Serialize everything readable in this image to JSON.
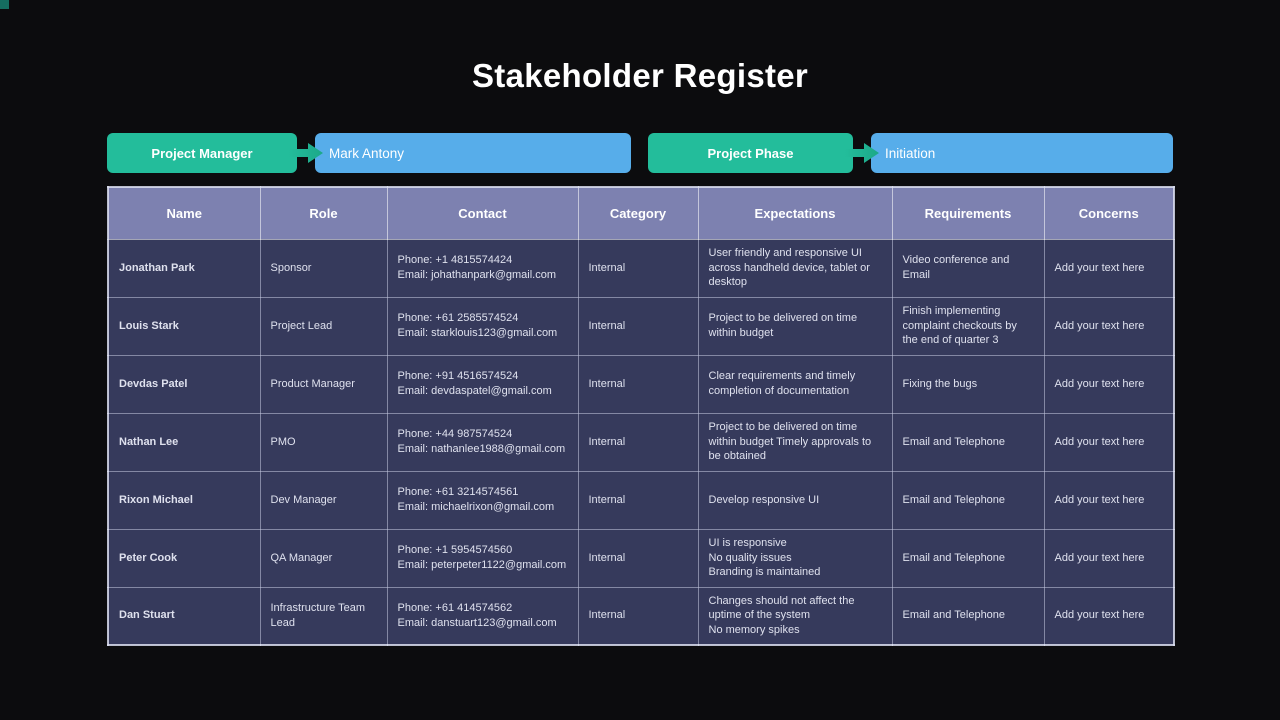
{
  "slide": {
    "title": "Stakeholder Register"
  },
  "info_bar": {
    "pairs": [
      {
        "label": "Project Manager",
        "value": "Mark Antony"
      },
      {
        "label": "Project Phase",
        "value": "Initiation"
      }
    ]
  },
  "table": {
    "columns": [
      "Name",
      "Role",
      "Contact",
      "Category",
      "Expectations",
      "Requirements",
      "Concerns"
    ],
    "rows": [
      {
        "name": "Jonathan Park",
        "role": "Sponsor",
        "phone": "Phone: +1 4815574424",
        "email": "Email: johathanpark@gmail.com",
        "category": "Internal",
        "expectations": "User friendly and responsive UI across handheld device, tablet or desktop",
        "requirements": "Video conference and Email",
        "concerns": "Add your text here"
      },
      {
        "name": "Louis Stark",
        "role": "Project Lead",
        "phone": "Phone: +61 2585574524",
        "email": "Email: starklouis123@gmail.com",
        "category": "Internal",
        "expectations": "Project to be delivered on time within budget",
        "requirements": "Finish implementing complaint checkouts by the end of quarter 3",
        "concerns": "Add your text here"
      },
      {
        "name": "Devdas Patel",
        "role": "Product Manager",
        "phone": "Phone: +91 4516574524",
        "email": "Email: devdaspatel@gmail.com",
        "category": "Internal",
        "expectations": "Clear requirements and timely completion of documentation",
        "requirements": "Fixing the bugs",
        "concerns": "Add your text here"
      },
      {
        "name": "Nathan Lee",
        "role": "PMO",
        "phone": "Phone: +44 987574524",
        "email": "Email: nathanlee1988@gmail.com",
        "category": "Internal",
        "expectations": "Project to be delivered on time within budget Timely approvals to be obtained",
        "requirements": "Email and Telephone",
        "concerns": "Add your text here"
      },
      {
        "name": "Rixon Michael",
        "role": "Dev Manager",
        "phone": "Phone: +61 3214574561",
        "email": "Email: michaelrixon@gmail.com",
        "category": "Internal",
        "expectations": "Develop responsive UI",
        "requirements": "Email and Telephone",
        "concerns": "Add your text here"
      },
      {
        "name": "Peter Cook",
        "role": "QA Manager",
        "phone": "Phone: +1 5954574560",
        "email": "Email: peterpeter1122@gmail.com",
        "category": "Internal",
        "expectations": "UI is responsive\nNo quality issues\nBranding is maintained",
        "requirements": "Email and Telephone",
        "concerns": "Add your text here"
      },
      {
        "name": "Dan Stuart",
        "role": "Infrastructure Team Lead",
        "phone": "Phone: +61 414574562",
        "email": "Email: danstuart123@gmail.com",
        "category": "Internal",
        "expectations": "Changes should not affect the uptime of the system\nNo memory spikes",
        "requirements": "Email and Telephone",
        "concerns": "Add your text here"
      }
    ]
  },
  "colors": {
    "background": "#0C0C0E",
    "accent_green": "#23BD9B",
    "accent_blue": "#57ADEA",
    "header_purple": "#7D81B0",
    "row_navy": "#363A5C"
  },
  "icons": {
    "connector": "arrow-right-icon"
  }
}
